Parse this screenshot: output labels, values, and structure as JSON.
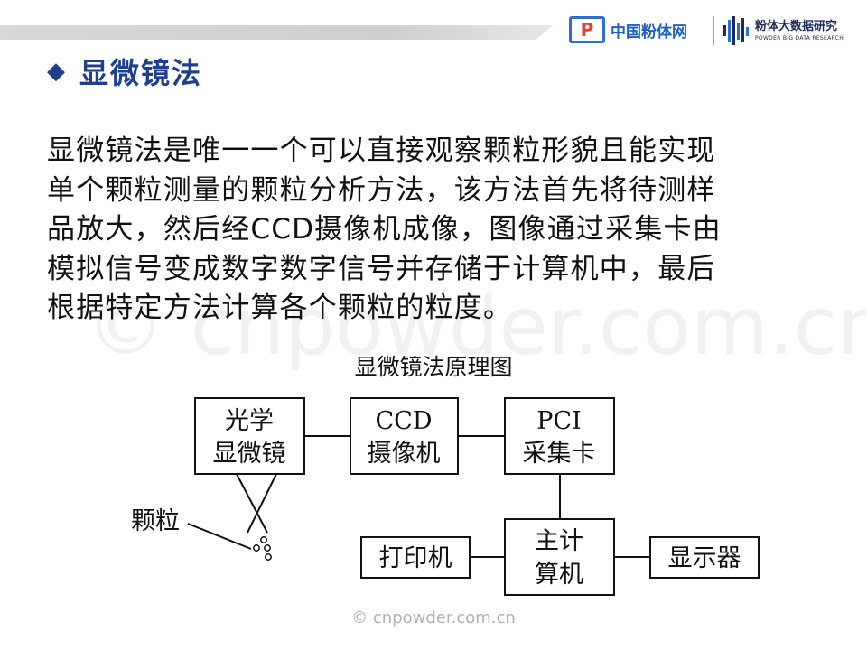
{
  "header": {
    "logo_mark": "P",
    "logo_cnpowder": "中国粉体网",
    "logo_bigdata_cn": "粉体大数据研究",
    "logo_bigdata_en": "POWDER BIG DATA RESEARCH"
  },
  "section": {
    "title": "显微镜法",
    "bullet_icon": "diamond-icon"
  },
  "body_lines": [
    "显微镜法是唯一一个可以直接观察颗粒形貌且能实现",
    "单个颗粒测量的颗粒分析方法，该方法首先将待测样",
    "品放大，然后经CCD摄像机成像，图像通过采集卡由",
    "模拟信号变成数字数字信号并存储于计算机中，最后",
    "根据特定方法计算各个颗粒的粒度。"
  ],
  "diagram": {
    "title": "显微镜法原理图",
    "microscope": [
      "光学",
      "显微镜"
    ],
    "ccd": [
      "CCD",
      "摄像机"
    ],
    "pci": [
      "PCI",
      "采集卡"
    ],
    "computer": [
      "主计",
      "算机"
    ],
    "printer": "打印机",
    "display": "显示器",
    "particles_label": "颗粒"
  },
  "watermark": "© cnpowder.com.cn",
  "colors": {
    "title": "#1f3f8c",
    "logo_blue": "#2c6fcf",
    "logo_red": "#e63b2e"
  }
}
